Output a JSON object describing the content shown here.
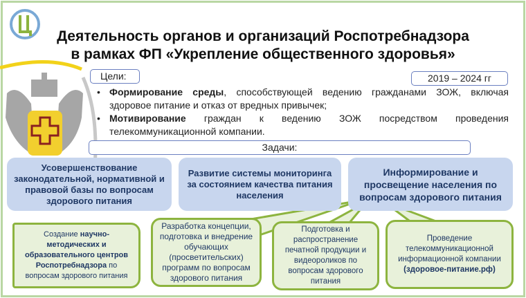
{
  "title": {
    "line1": "Деятельность органов и организаций Роспотребнадзора",
    "line2": "в рамках ФП «Укрепление общественного здоровья»"
  },
  "goals_label": "Цели:",
  "period": "2019 – 2024 гг",
  "goals": [
    {
      "bold": "Формирование среды",
      "text": ", способствующей ведению гражданами ЗОЖ, включая здоровое питание и отказ от вредных привычек;"
    },
    {
      "bold": "Мотивирование",
      "text": " граждан к ведению ЗОЖ посредством проведения телекоммуникационной компании."
    }
  ],
  "tasks_label": "Задачи:",
  "tasks": [
    "Усовершенствование законодательной, нормативной и правовой базы по вопросам здорового питания",
    "Развитие системы мониторинга за состоянием качества питания населения",
    "Информирование и просвещение населения по вопросам здорового питания"
  ],
  "actions": {
    "a1": {
      "pre": "Создание ",
      "bold": "научно-методических и образовательного центров Роспотребнадзора",
      "post": " по вопросам здорового питания"
    },
    "a2": "Разработка концепции, подготовка и внедрение обучающих (просветительских) программ по вопросам здорового питания",
    "a3": "Подготовка и распространение печатной продукции и видеороликов по вопросам здорового питания",
    "a4": {
      "text": "Проведение телекоммуникационной информационной компании",
      "bold": "(здоровое-питание.рф)"
    }
  }
}
